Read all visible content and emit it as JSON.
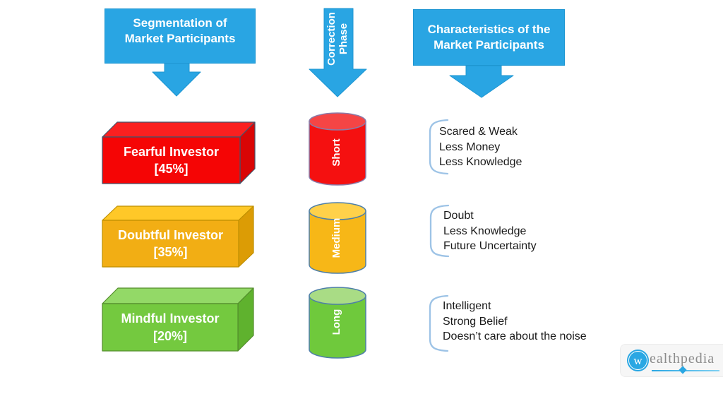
{
  "palette": {
    "accent_blue": "#29A5E3",
    "red": "#F20505",
    "amber": "#F2AE14",
    "green": "#72C93F",
    "bracket_blue": "#9DC3E6",
    "text_dark": "#1A1A1A",
    "logo_gray": "#8C8C8C"
  },
  "headers": {
    "segmentation": "Segmentation of\nMarket Participants",
    "correction_phase": "Correction\nPhase",
    "characteristics": "Characteristics of the\nMarket Participants"
  },
  "rows": [
    {
      "investor": "Fearful Investor\n[45%]",
      "percent": "45%",
      "phase": "Short",
      "traits": [
        "Scared & Weak",
        "Less Money",
        "Less Knowledge"
      ]
    },
    {
      "investor": "Doubtful Investor\n[35%]",
      "percent": "35%",
      "phase": "Medium",
      "traits": [
        "Doubt",
        "Less Knowledge",
        "Future Uncertainty"
      ]
    },
    {
      "investor": "Mindful Investor\n[20%]",
      "percent": "20%",
      "phase": "Long",
      "traits": [
        "Intelligent",
        "Strong Belief",
        "Doesn’t care about the noise"
      ]
    }
  ],
  "logo": {
    "initial": "w",
    "name": "ealthpedia"
  }
}
